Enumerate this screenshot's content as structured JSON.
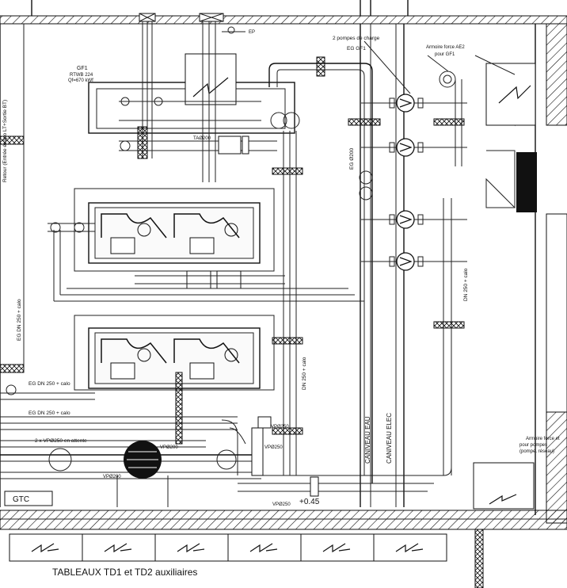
{
  "labels": {
    "ep": "EP",
    "pompes_charge": "2 pompes de charge",
    "eg_gf1": "EG GF1",
    "armoire_ae2_l1": "Armoire force AE2",
    "armoire_ae2_l2": "pour GF1",
    "gf1_l1": "GF1",
    "gf1_l2": "RTWB 224",
    "gf1_l3": "Qf=670 kWf",
    "retour": "Retour (Entrée évapo LT+Sortie BT)",
    "ta200": "TAØ200",
    "eg200": "EG Ø200",
    "dn250_right": "DN 250 + calo",
    "eg_dn250_vert": "EG DN 250 + calo",
    "dn250_mid": "DN 250 + calo",
    "eg_dn250_h1": "EG DN 250 + calo",
    "eg_dn250_h2": "EG DN 250 + calo",
    "caniveau_eau": "CANIVEAU EAU",
    "caniveau_elec": "CANIVEAU ELEC",
    "vp250_top": "VPØ250",
    "vp250_mid": "VPØ250",
    "vp250_bottom": "VPØ250",
    "vp200_a": "VPØ200",
    "vp200_b": "VPØ200",
    "en_attente": "2 x VPØ250 en attente",
    "level": "+0.45",
    "gtc": "GTC",
    "armoire_right_l1": "Armoire force et",
    "armoire_right_l2": "pour pompes",
    "armoire_right_l3": "(pompe. réseau)",
    "tableaux": "TABLEAUX TD1 et TD2 auxiliaires"
  }
}
